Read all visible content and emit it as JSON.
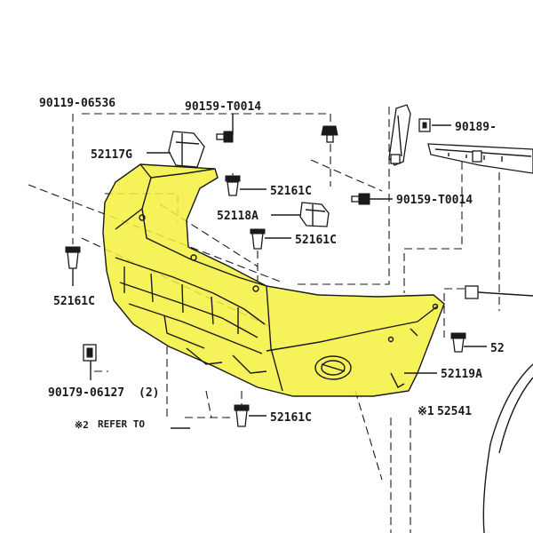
{
  "colors": {
    "background": "#ffffff",
    "bumper_highlight": "#f5f03c",
    "line": "#1a1a1a"
  },
  "labels": {
    "top_left_partial": "90119-06536",
    "clip_top": "90159-T0014",
    "top_right_partial": "90189-",
    "retainer_g": "52117G",
    "clip_c_1": "52161C",
    "screw_mid": "90159-T0014",
    "retainer_a": "52118A",
    "clip_c_2": "52161C",
    "clip_c_left": "52161C",
    "right_partial": "52",
    "bumper_cover": "52119A",
    "nut_clip": "90179-06127",
    "nut_clip_qty": "(2)",
    "clip_c_bottom": "52161C",
    "bottom_right": "52541",
    "bottom_right_mark": "※1",
    "refer_mark": "※2",
    "refer_text": "REFER TO"
  }
}
